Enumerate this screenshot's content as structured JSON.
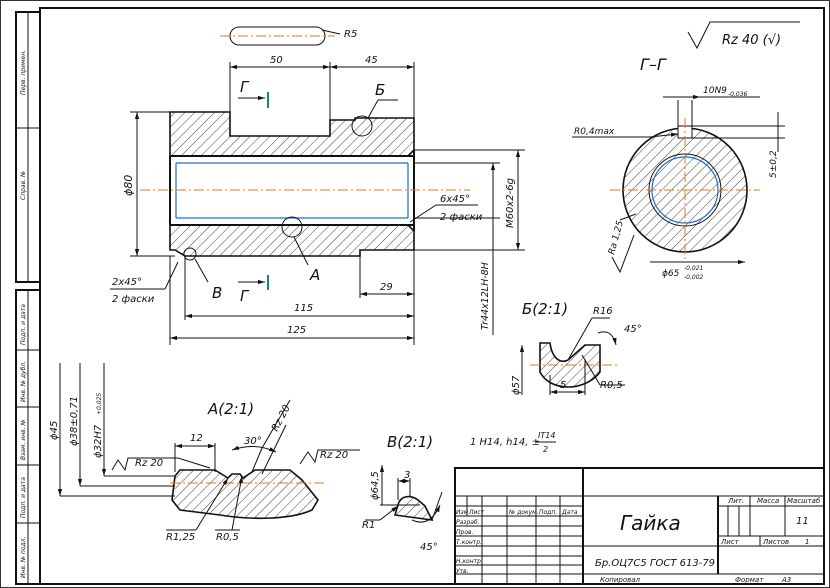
{
  "sheet": {
    "side_labels": [
      "Перв. примен.",
      "Справ. №",
      "Подп. и дата",
      "Инв. № дубл.",
      "Взам. инв. №",
      "Подп. и дата",
      "Инв. № подл."
    ]
  },
  "main_view": {
    "dims": {
      "d80": "ϕ80",
      "top_50": "50",
      "top_45": "45",
      "r5": "R5",
      "chamfer_6": "6x45°",
      "chamfer_6_note": "2 фаски",
      "m60": "M60x2-6g",
      "chamfer_2": "2x45°",
      "chamfer_2_note": "2 фаски",
      "thread_tr": "Tr44x12LH-8H",
      "d29": "29",
      "d115": "115",
      "d125": "125"
    },
    "labels": {
      "g_top": "Г",
      "b_top": "Б",
      "b_left": "В",
      "g_bot": "Г",
      "a": "А"
    }
  },
  "roughness": {
    "text": "Rz 40 (√)"
  },
  "section_gg": {
    "title": "Г–Г",
    "dims": {
      "key": "10N9",
      "key_tol": "-0,036",
      "r04": "R0,4max",
      "s5": "5±0,2",
      "ra": "Ra 1,25",
      "d65": "ϕ65",
      "d65_up": "-0,021",
      "d65_lo": "-0,002"
    }
  },
  "detail_b": {
    "title": "Б(2:1)",
    "dims": {
      "r16": "R16",
      "a45": "45°",
      "d57": "ϕ57",
      "d5": "5",
      "r05": "R0,5"
    }
  },
  "detail_a": {
    "title": "А(2:1)",
    "dims": {
      "d45": "ϕ45",
      "d38": "ϕ38±0,71",
      "d32": "ϕ32H7",
      "d32_tol": "+0,025",
      "w12": "12",
      "ang30": "30°",
      "rz20a": "Rz 20",
      "rz20b": "Rz 20",
      "rz20c": "Rz 20",
      "r125": "R1,25",
      "r05": "R0,5"
    }
  },
  "detail_v": {
    "title": "В(2:1)",
    "dims": {
      "d645": "ϕ64,5",
      "w3": "3",
      "r1": "R1",
      "a45": "45°"
    }
  },
  "general_note": {
    "text": "1 H14, h14, ±",
    "frac_top": "IT14",
    "frac_bot": "2"
  },
  "title_block": {
    "name": "Гайка",
    "material": "Бр.ОЦ7С5 ГОСТ 613-79",
    "col_headers": [
      "Изм",
      "Лист",
      "№ докум.",
      "Подп.",
      "Дата"
    ],
    "roles": [
      "Разраб.",
      "Пров.",
      "Т.контр.",
      "",
      "Н.контр.",
      "Утв."
    ],
    "lit_label": "Лит.",
    "mass_label": "Масса",
    "scale_label": "Масштаб",
    "scale_value": "11",
    "sheet_label": "Лист",
    "sheets_label": "Листов",
    "sheets_value": "1",
    "copy_label": "Копировал",
    "format_label": "Формат",
    "format_value": "А3"
  }
}
